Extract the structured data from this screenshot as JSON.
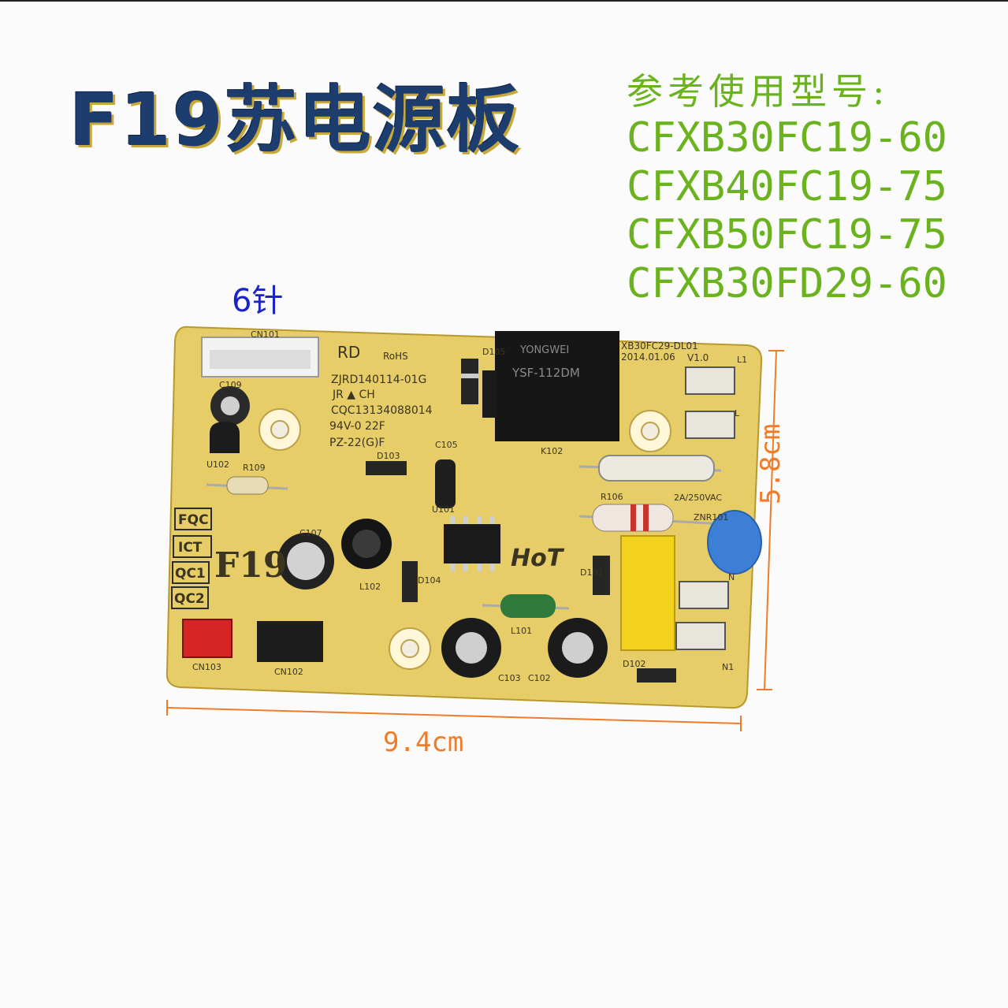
{
  "title": "F19苏电源板",
  "models": {
    "heading": "参考使用型号:",
    "list": [
      "CFXB30FC19-60",
      "CFXB40FC19-75",
      "CFXB50FC19-75",
      "CFXB30FD29-60"
    ]
  },
  "connector_label": "6针",
  "dimensions": {
    "width": "9.4cm",
    "height": "5.8cm"
  },
  "board_silkscreen": {
    "rd": "RD",
    "rohs": "RoHS",
    "part_no": "ZJRD140114-01G",
    "jr_ch": "JR ▲ CH",
    "cqc": "CQC13134088014",
    "v0": "94V-0 22F",
    "pz": "PZ-22(G)F",
    "board_code": "XB30FC29-DL01",
    "date": "2014.01.06",
    "version": "V1.0",
    "fqc": "FQC",
    "ict": "ICT",
    "qc1": "QC1",
    "qc2": "QC2",
    "f19": "F19",
    "hot": "HoT",
    "fuse_rating": "2A/250VAC",
    "relay_brand": "YONGWEI",
    "relay_model": "YSF-112DM",
    "refs": {
      "cn101": "CN101",
      "cn102": "CN102",
      "cn103": "CN103",
      "c109": "C109",
      "c107": "C107",
      "c105": "C105",
      "c103": "C103",
      "c102": "C102",
      "u102": "U102",
      "u101": "U101",
      "r109": "R109",
      "r106": "R106",
      "d103": "D103",
      "d104": "D104",
      "d101": "D101",
      "d102": "D102",
      "d105": "D105",
      "l102": "L102",
      "l101": "L101",
      "k102": "K102",
      "znr101": "ZNR101",
      "l1": "L1",
      "l": "L",
      "n": "N",
      "n1": "N1"
    }
  },
  "colors": {
    "title": "#1c3d6e",
    "models": "#6ab31e",
    "pins_label": "#1b24c8",
    "dimension": "#f07c2a",
    "board": "#e8cf6a"
  }
}
